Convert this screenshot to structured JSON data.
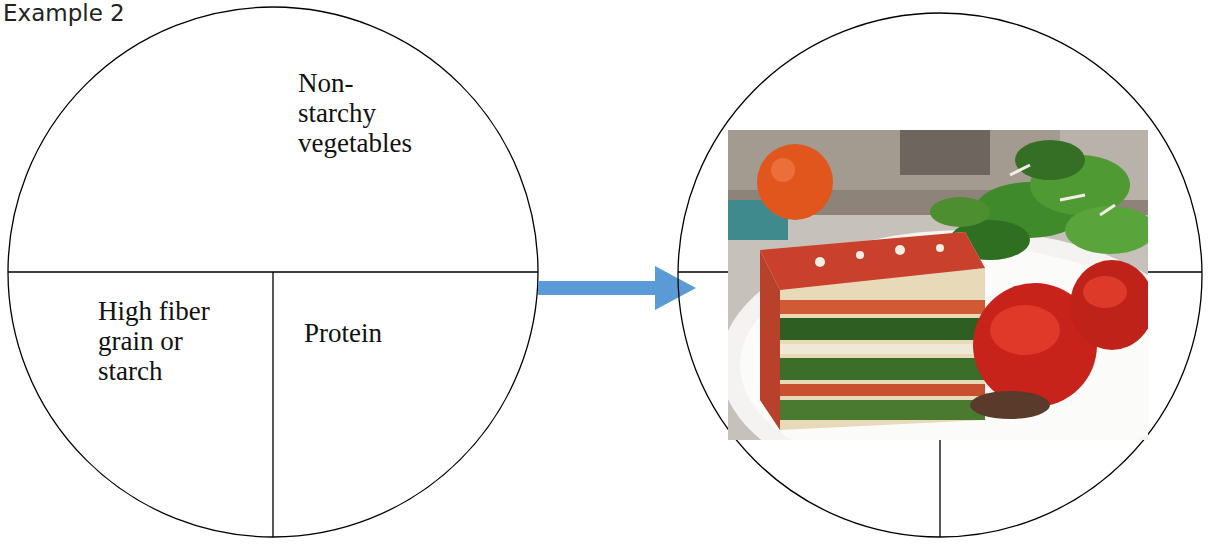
{
  "diagram": {
    "title": "Example 2",
    "nodes": [
      {
        "text": [
          "Non-starchy vegetables"
        ]
      },
      {
        "text": [
          "High fiber grain or starch"
        ]
      },
      {
        "text": [
          "Protein"
        ]
      }
    ]
  }
}
